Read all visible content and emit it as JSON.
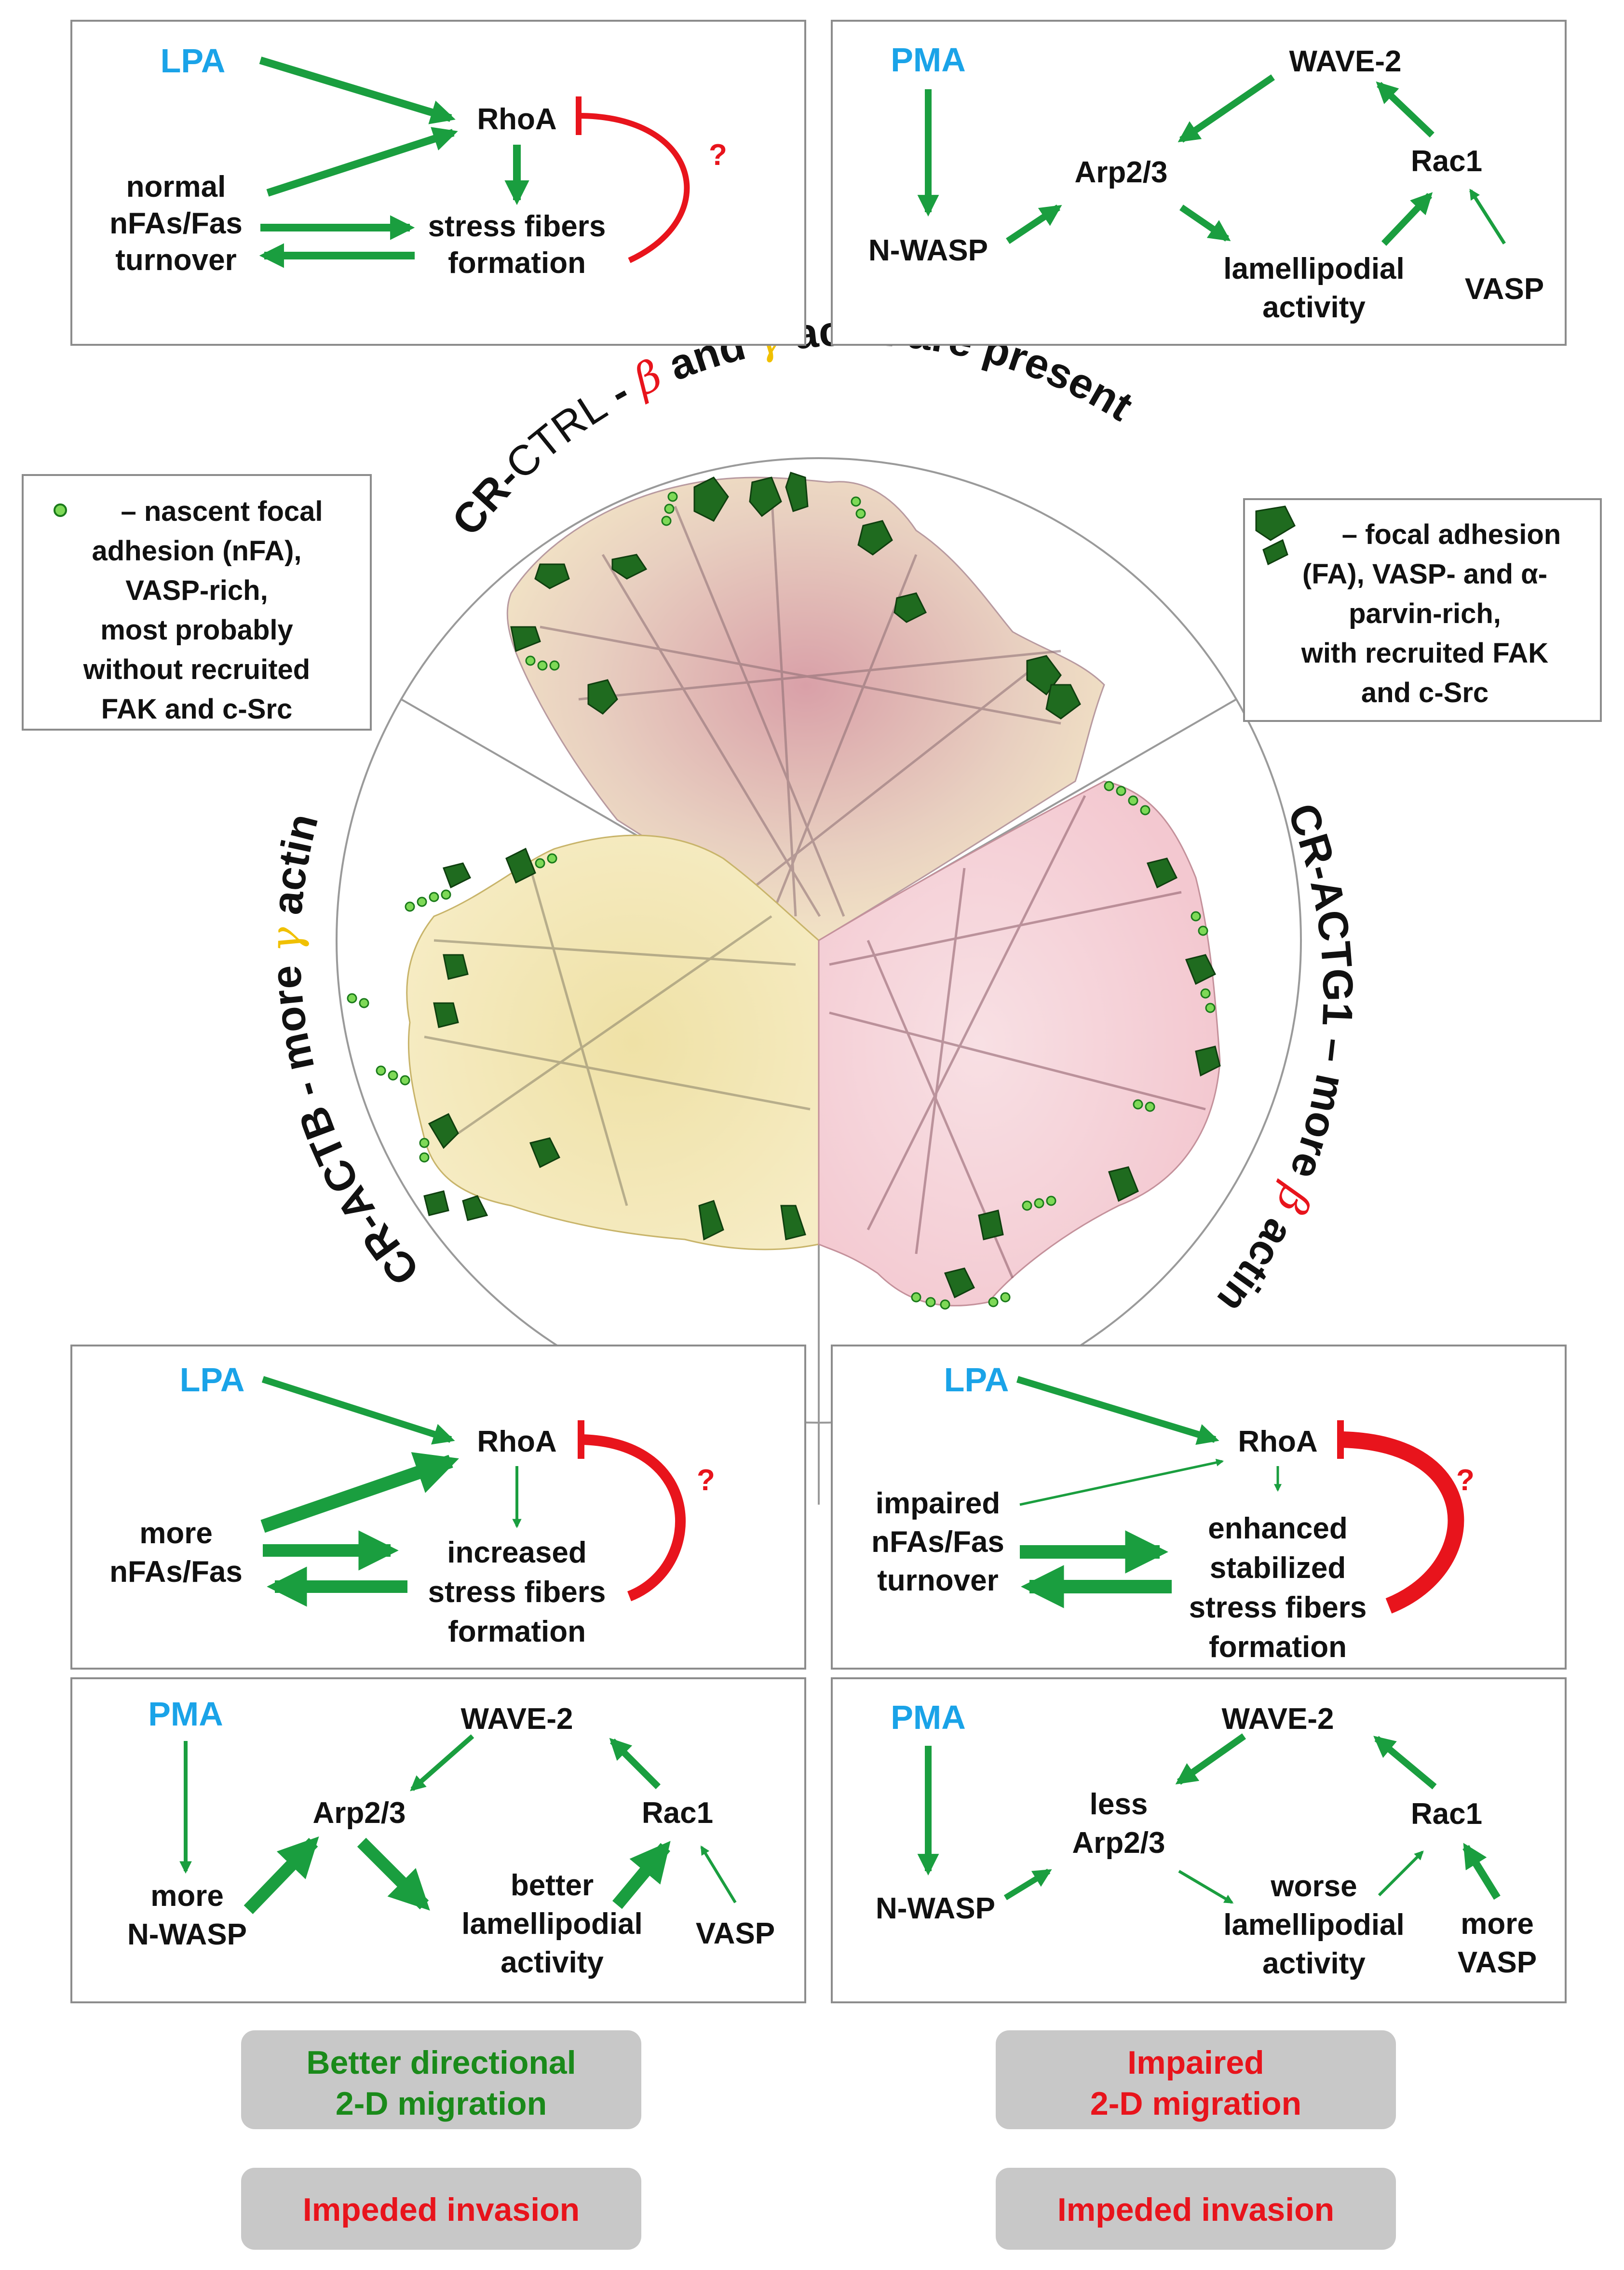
{
  "colors": {
    "green": "#1a9e3f",
    "inhibit": "#e8141c",
    "stimulus": "#1aa3e8",
    "beta": "#e8141c",
    "gamma": "#f0c000",
    "pill": "#c8c8c8",
    "fa": "#1f6b1f",
    "nfa": "#7ed957"
  },
  "top_left": {
    "stimulus": "LPA",
    "rhoa": "RhoA",
    "q": "?",
    "left1": "normal",
    "left2": "nFAs/Fas",
    "left3": "turnover",
    "fib1": "stress fibers",
    "fib2": "formation"
  },
  "top_right": {
    "stimulus": "PMA",
    "wave": "WAVE-2",
    "arp": "Arp2/3",
    "rac": "Rac1",
    "nwasp": "N-WASP",
    "lam1": "lamellipodial",
    "lam2": "activity",
    "vasp": "VASP"
  },
  "arc_labels": {
    "ctrl_cr": "CR-",
    "ctrl_name": "CTRL",
    "ctrl_dash": " - ",
    "beta": "β",
    "and": " and ",
    "gamma": "γ",
    "ctrl_tail": " actin are present",
    "actb": "CR-ACTB - more ",
    "actb_sym": "γ",
    "actb_tail": " actin",
    "actg": "CR-ACTG1 – more ",
    "actg_sym": "β",
    "actg_tail": " actin"
  },
  "legend_nfa": {
    "l1": "– nascent focal",
    "l2": "adhesion (nFA),",
    "l3": "VASP-rich,",
    "l4": "most probably",
    "l5": "without recruited",
    "l6": "FAK and c-Src"
  },
  "legend_fa": {
    "l1": "– focal adhesion",
    "l2": "(FA), VASP- and α-",
    "l3": "parvin-rich,",
    "l4": "with recruited FAK",
    "l5": "and c-Src"
  },
  "mid_left": {
    "stimulus": "LPA",
    "rhoa": "RhoA",
    "q": "?",
    "left1": "more",
    "left2": "nFAs/Fas",
    "fib1": "increased",
    "fib2": "stress fibers",
    "fib3": "formation"
  },
  "mid_right": {
    "stimulus": "LPA",
    "rhoa": "RhoA",
    "q": "?",
    "left1": "impaired",
    "left2": "nFAs/Fas",
    "left3": "turnover",
    "fib1": "enhanced",
    "fib2": "stabilized",
    "fib3": "stress fibers",
    "fib4": "formation"
  },
  "bot_left": {
    "stimulus": "PMA",
    "wave": "WAVE-2",
    "arp": "Arp2/3",
    "rac": "Rac1",
    "nwasp1": "more",
    "nwasp2": "N-WASP",
    "lam1": "better",
    "lam2": "lamellipodial",
    "lam3": "activity",
    "vasp": "VASP"
  },
  "bot_right": {
    "stimulus": "PMA",
    "wave": "WAVE-2",
    "arp1": "less",
    "arp2": "Arp2/3",
    "rac": "Rac1",
    "nwasp": "N-WASP",
    "lam1": "worse",
    "lam2": "lamellipodial",
    "lam3": "activity",
    "vasp1": "more",
    "vasp2": "VASP"
  },
  "outcomes": {
    "left_mig1": "Better directional",
    "left_mig2": "2-D migration",
    "left_inv": "Impeded invasion",
    "right_mig1": "Impaired",
    "right_mig2": "2-D migration",
    "right_inv": "Impeded invasion"
  }
}
